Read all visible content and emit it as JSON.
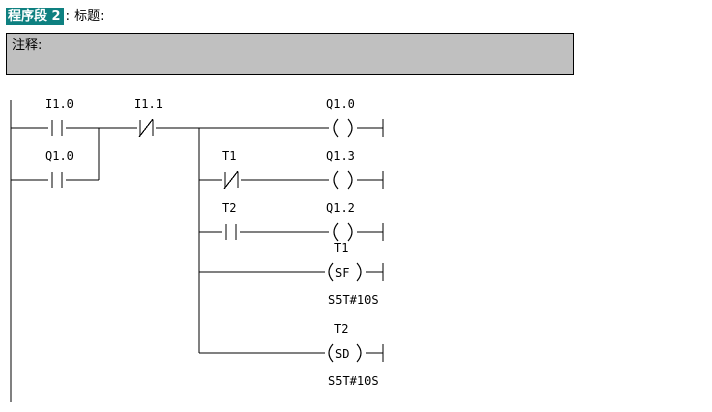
{
  "header": {
    "network_label": "程序段 2",
    "separator": ": ",
    "title_label": "标题:"
  },
  "comment": {
    "text": "注释:"
  },
  "ladder": {
    "rung_1": {
      "contact_a_label": "I1.0",
      "contact_a_type": "NO",
      "contact_b_label": "I1.1",
      "contact_b_type": "NC",
      "branch_label": "Q1.0",
      "branch_type": "NO",
      "coil_label": "Q1.0",
      "coil_symbol": "( )"
    },
    "rung_2": {
      "contact_label": "T1",
      "contact_type": "NC",
      "coil_label": "Q1.3",
      "coil_symbol": "( )"
    },
    "rung_3": {
      "contact_label": "T2",
      "contact_type": "NO",
      "coil_label": "Q1.2",
      "coil_symbol": "( )"
    },
    "rung_4": {
      "coil_label": "T1",
      "coil_symbol": "SF",
      "parameter": "S5T#10S"
    },
    "rung_5": {
      "coil_label": "T2",
      "coil_symbol": "SD",
      "parameter": "S5T#10S"
    }
  },
  "colors": {
    "selection": "#0e8080",
    "comment_bg": "#c0c0c0",
    "wire": "#000000",
    "page_bg": "#ffffff"
  }
}
